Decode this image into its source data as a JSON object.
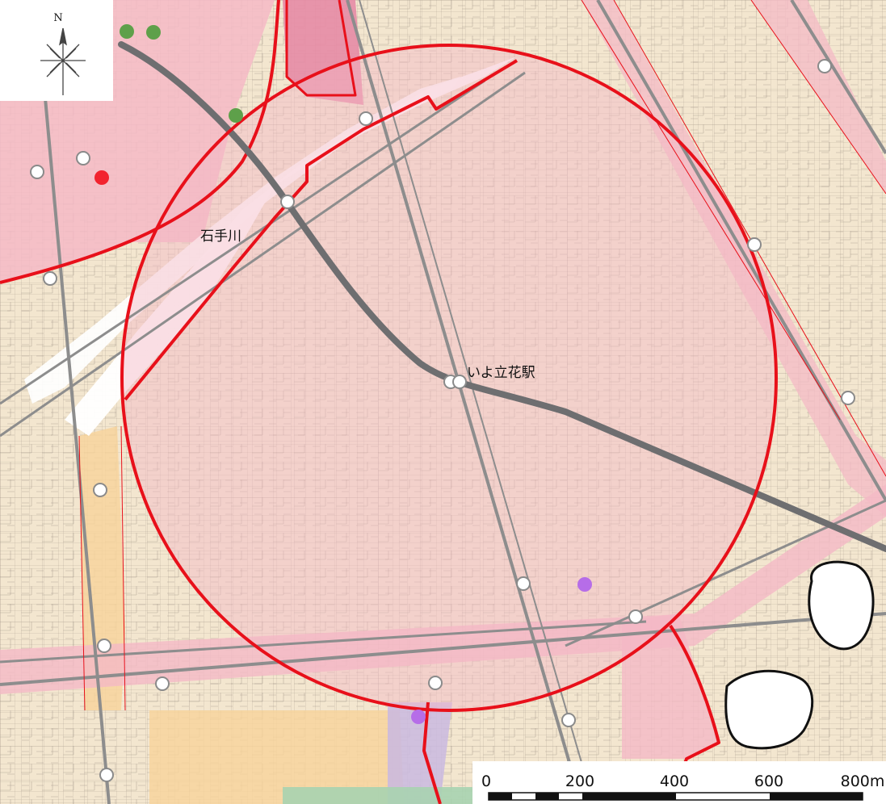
{
  "labels": {
    "river": "石手川",
    "station": "いよ立花駅"
  },
  "north_arrow": {
    "letter": "N"
  },
  "scale_bar": {
    "ticks": [
      "0",
      "200",
      "400",
      "600",
      "800m"
    ]
  },
  "colors": {
    "boundary_red": "#e8101a",
    "railway_gray": "#6e6e70",
    "zone_pink": "#f4b9c6",
    "zone_pink_dark": "#e58ba5",
    "zone_orange": "#f7d39a",
    "zone_lavender": "#c9b9e0",
    "zone_cream": "#f3e6cf",
    "marker_red": "#f2232e",
    "marker_green": "#5ea04a",
    "marker_purple": "#b66de8"
  }
}
